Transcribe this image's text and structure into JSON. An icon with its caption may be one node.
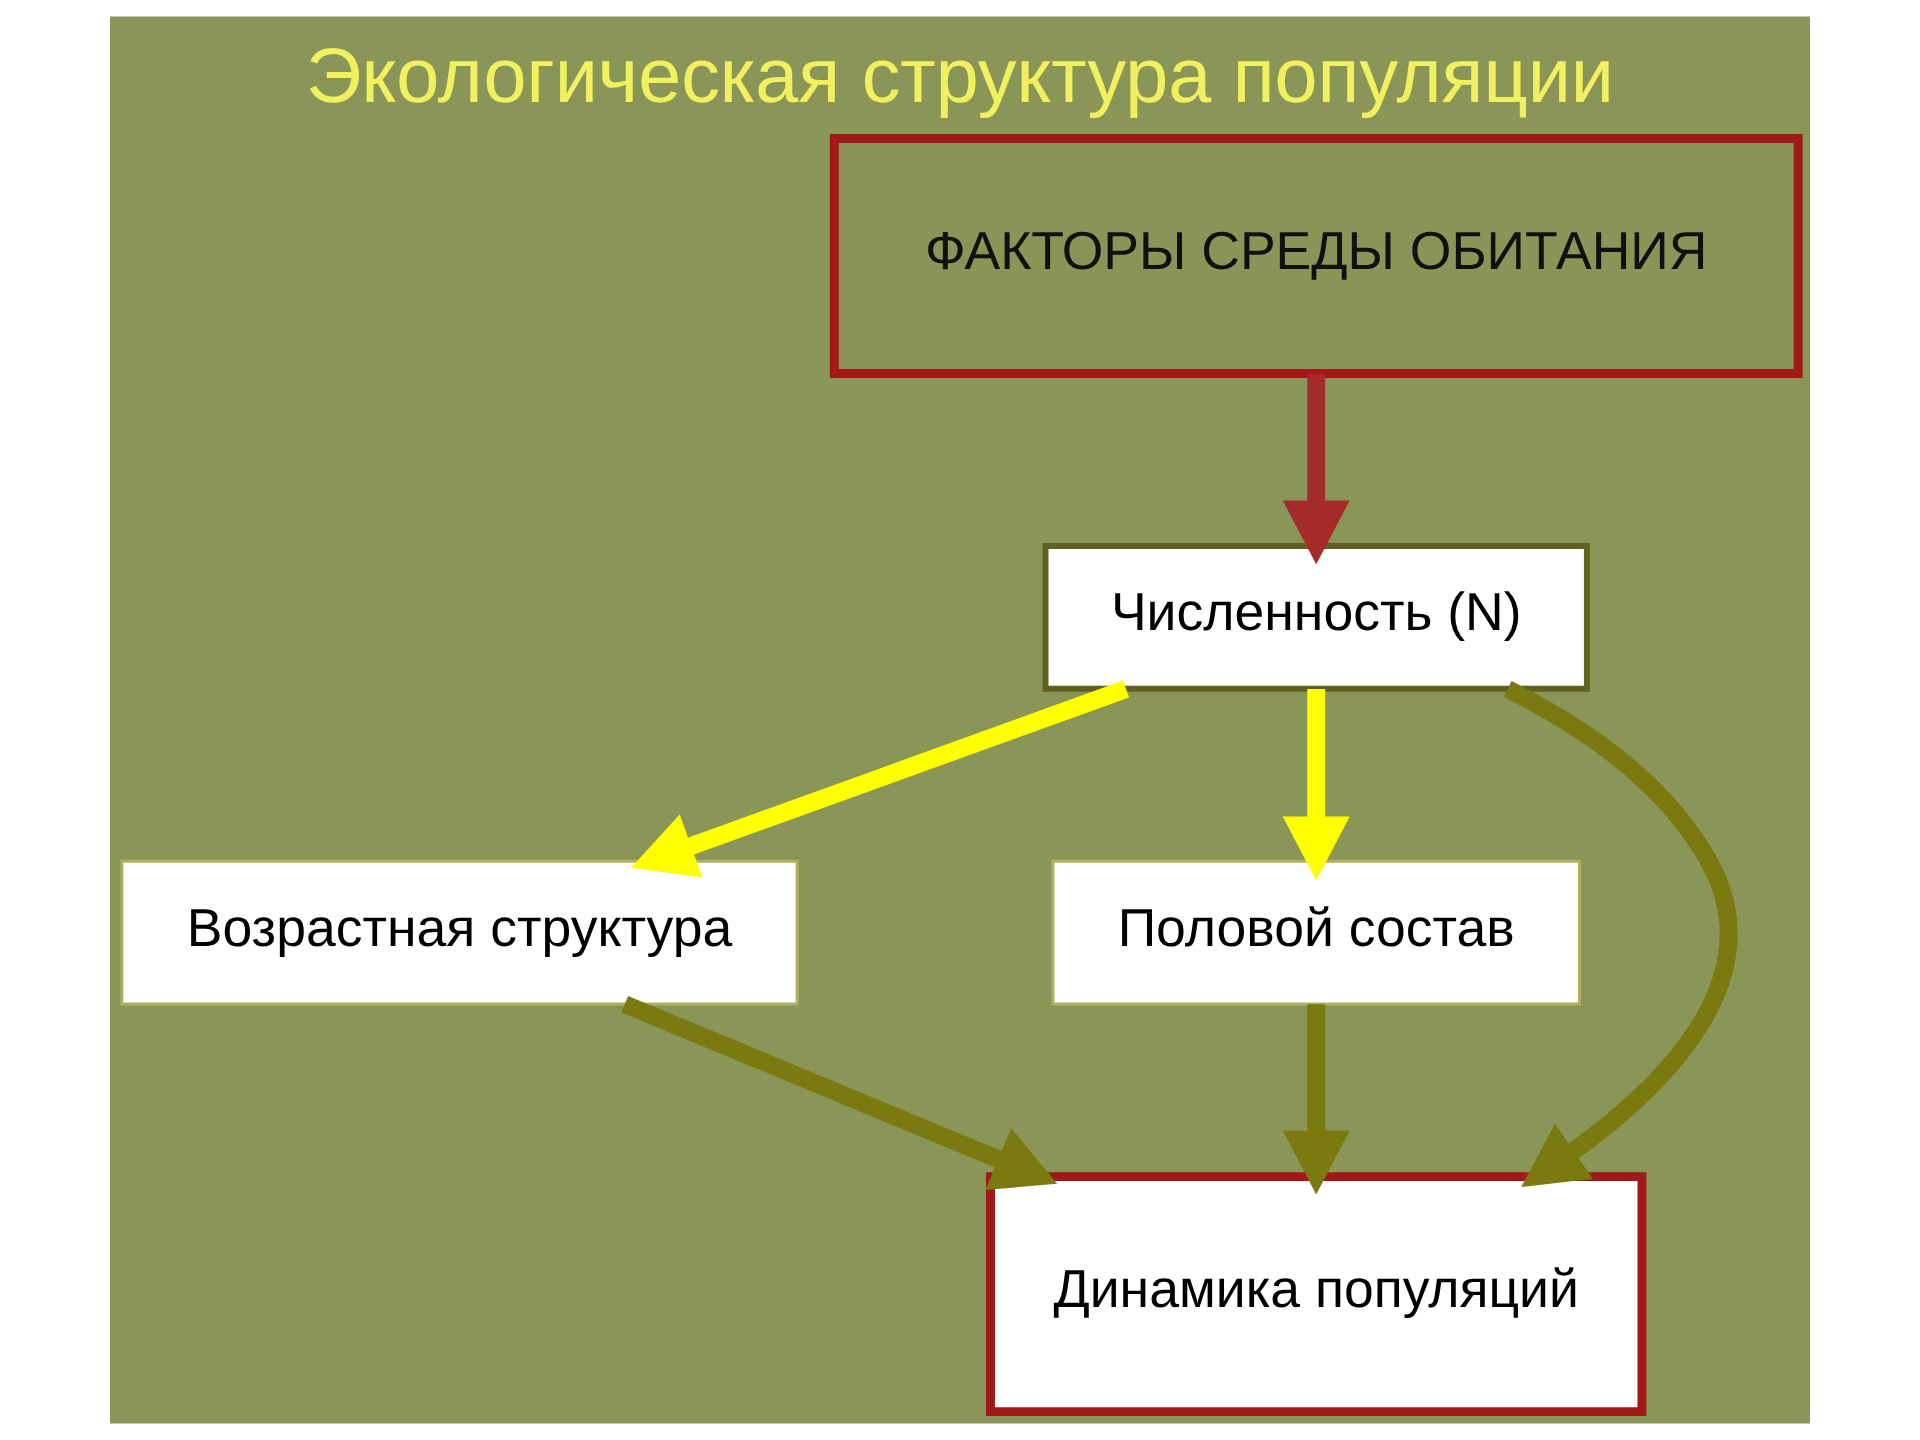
{
  "diagram": {
    "title": "Экологическая структура популяции",
    "nodes": [
      {
        "text": [
          "ФАКТОРЫ СРЕДЫ ОБИТАНИЯ"
        ]
      },
      {
        "text": [
          "Численность (N)"
        ]
      },
      {
        "text": [
          "Возрастная структура"
        ]
      },
      {
        "text": [
          "Половой состав"
        ]
      },
      {
        "text": [
          "Динамика популяций"
        ]
      }
    ],
    "edges": [
      {
        "from": 0,
        "to": 1,
        "arrow": "to",
        "color": "#a52a2a"
      },
      {
        "from": 1,
        "to": 2,
        "arrow": "to",
        "color": "#ffff00"
      },
      {
        "from": 1,
        "to": 3,
        "arrow": "to",
        "color": "#ffff00"
      },
      {
        "from": 1,
        "to": 4,
        "arrow": "to"
      },
      {
        "from": 2,
        "to": 4,
        "arrow": "to"
      },
      {
        "from": 3,
        "to": 4,
        "arrow": "to"
      }
    ]
  }
}
